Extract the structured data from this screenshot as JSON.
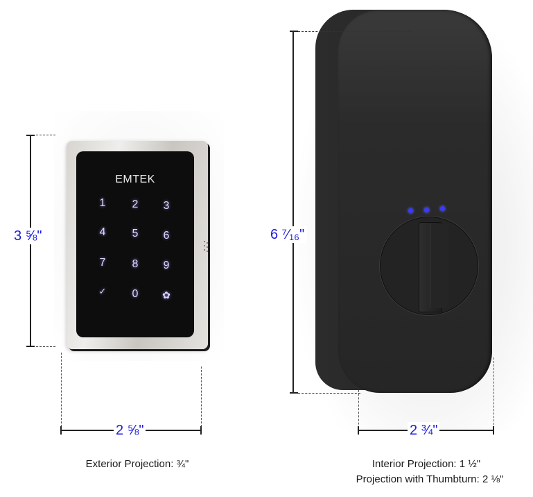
{
  "exterior": {
    "brand": "EMTEK",
    "keys": [
      "1",
      "2",
      "3",
      "4",
      "5",
      "6",
      "7",
      "8",
      "9",
      "✓",
      "0",
      "✿"
    ],
    "key_icons": {
      "check": "check-icon",
      "settings": "gear-icon"
    },
    "height_label": "3 ⅝\"",
    "width_label": "2 ⅝\"",
    "caption": "Exterior Projection: ¾\""
  },
  "interior": {
    "height_label": "6 ⁷⁄₁₆\"",
    "width_label": "2 ¾\"",
    "caption_line1": "Interior Projection: 1 ½\"",
    "caption_line2": "Projection with Thumbturn: 2 ⅛\"",
    "led_count": 3
  },
  "colors": {
    "dimension_text": "#1a1adf",
    "caption_text": "#1a1a1a",
    "led": "#3a3aff",
    "lock_body": "#2b2b2b",
    "keypad_frame": "#d8d5d0"
  }
}
